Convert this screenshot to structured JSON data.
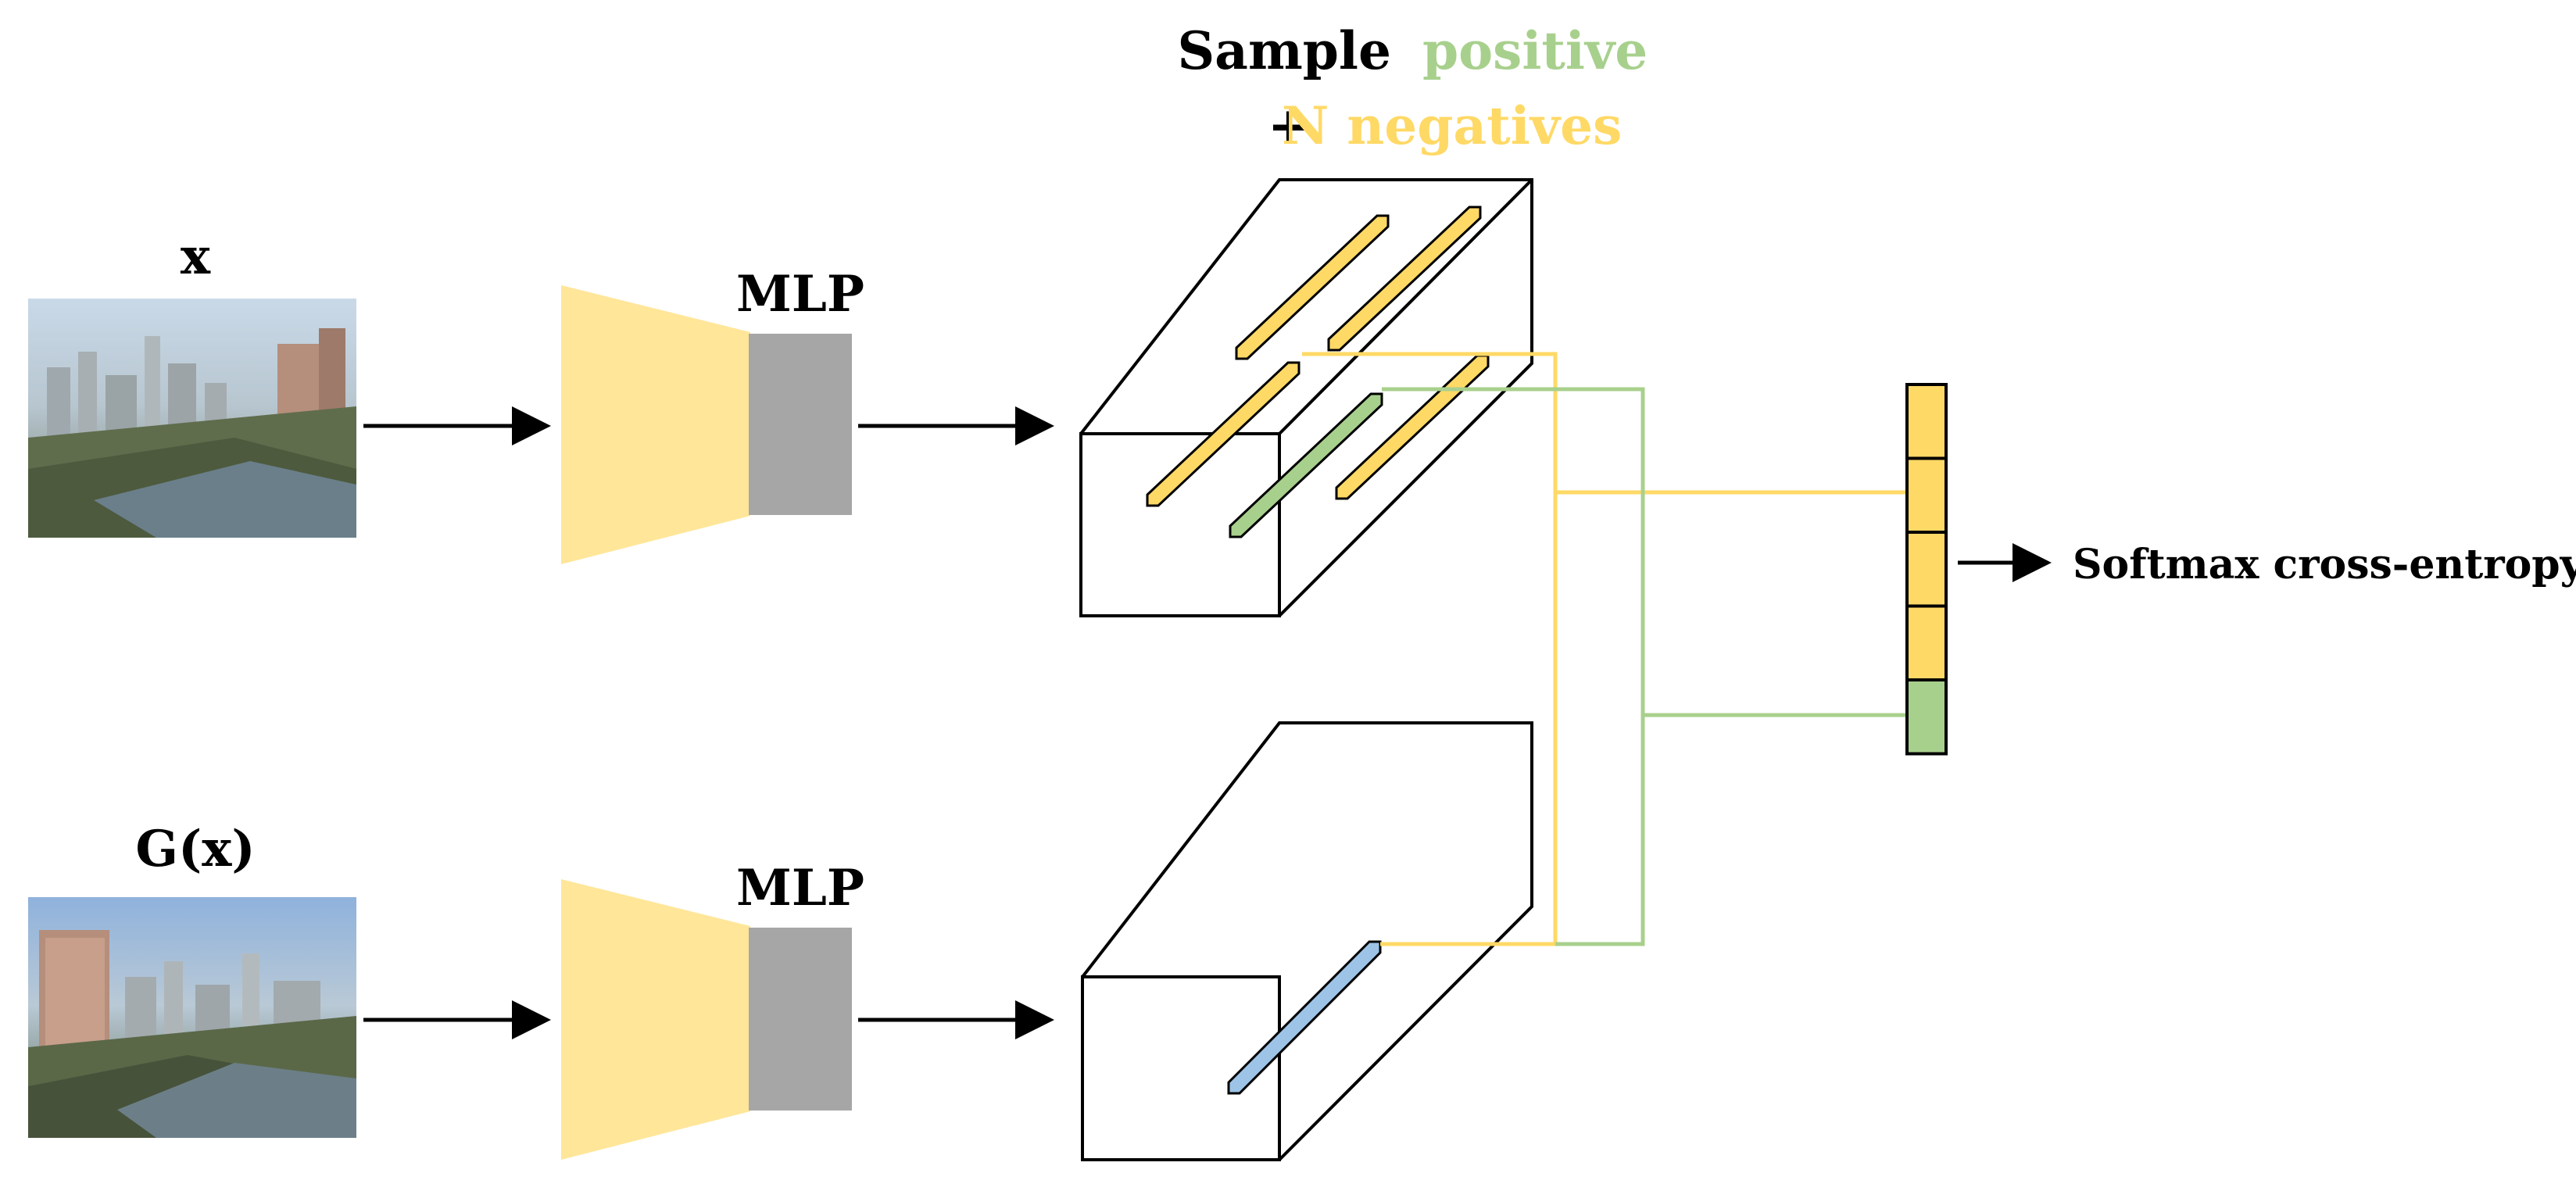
{
  "title": {
    "word_sample": "Sample",
    "word_positive": "positive",
    "word_plus": "+",
    "word_negatives": "N negatives"
  },
  "top_branch": {
    "input_label": "x",
    "mlp_label": "MLP"
  },
  "bottom_branch": {
    "input_label": "G(x)",
    "mlp_label": "MLP"
  },
  "output_label": "Softmax cross-entropy",
  "colors": {
    "positive": "#a8d08d",
    "negative": "#ffd966",
    "query": "#9dc3e6",
    "encoder": "#ffe699",
    "mlp": "#a6a6a6",
    "line": "#000000"
  },
  "output_vector": {
    "cells": [
      "negative",
      "negative",
      "negative",
      "negative",
      "positive"
    ]
  }
}
